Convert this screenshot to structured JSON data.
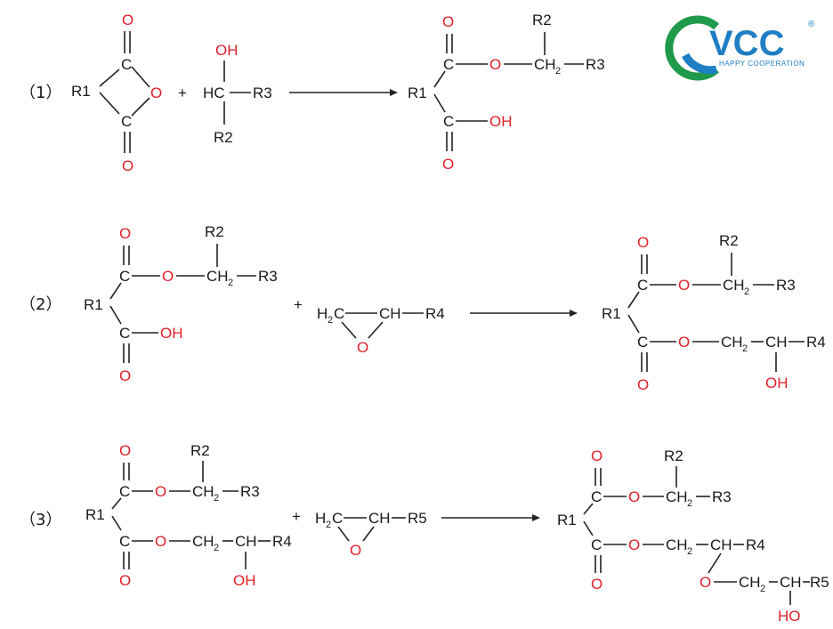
{
  "steps": [
    {
      "label": "（1）"
    },
    {
      "label": "（2）"
    },
    {
      "label": "（3）"
    }
  ],
  "atoms": {
    "O": "O",
    "C": "C",
    "HC": "HC",
    "OH": "OH",
    "HO": "HO",
    "CH": "CH",
    "CH2": "CH",
    "H2C": "H",
    "R1": "R1",
    "R2": "R2",
    "R3": "R3",
    "R4": "R4",
    "R5": "R5",
    "sub2": "2",
    "plus": "+"
  },
  "logo": {
    "text": "VCC",
    "tagline": "HAPPY COOPERATION",
    "registered": "®",
    "colors": {
      "green": "#1f9a4a",
      "blue": "#1f7fc4"
    }
  },
  "colors": {
    "oxygen": "#e0202a",
    "bond": "#222222",
    "text": "#1a1a1a"
  }
}
